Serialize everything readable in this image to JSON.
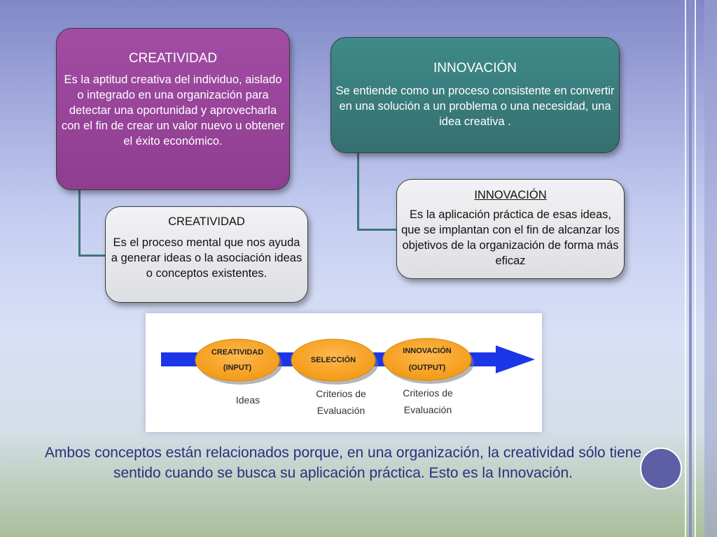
{
  "creatividad_main": {
    "title": "CREATIVIDAD",
    "body": "Es la aptitud creativa del individuo, aislado o integrado en una organización para detectar una oportunidad y aprovecharla con el fin de crear un valor nuevo u obtener el éxito económico."
  },
  "innovacion_main": {
    "title": "INNOVACIÓN",
    "body": "Se entiende como un proceso consistente en convertir en una solución a un problema o una necesidad, una idea creativa ."
  },
  "creatividad_sub": {
    "title": "CREATIVIDAD",
    "body": "Es el proceso mental que nos ayuda a generar ideas o la asociación ideas o conceptos existentes."
  },
  "innovacion_sub": {
    "title": "INNOVACIÓN",
    "body": "Es la aplicación práctica de esas ideas, que se implantan con el fin de alcanzar los objetivos de la organización de forma más eficaz"
  },
  "process": {
    "stage1": {
      "line1": "CREATIVIDAD",
      "line2": "(INPUT)",
      "caption": "Ideas"
    },
    "stage2": {
      "line1": "SELECCIÓN",
      "caption1": "Criterios de",
      "caption2": "Evaluación"
    },
    "stage3": {
      "line1": "INNOVACIÓN",
      "line2": "(OUTPUT)",
      "caption1": "Criterios de",
      "caption2": "Evaluación"
    }
  },
  "footer": {
    "text": "Ambos conceptos están relacionados porque, en una organización, la creatividad sólo tiene sentido cuando se busca su aplicación práctica. Esto es la Innovación."
  },
  "colors": {
    "purple": "#9a4a9c",
    "teal": "#3d8080",
    "orange": "#f5a623",
    "arrow_blue": "#1a36e6",
    "footer_text": "#2c2e7c"
  }
}
